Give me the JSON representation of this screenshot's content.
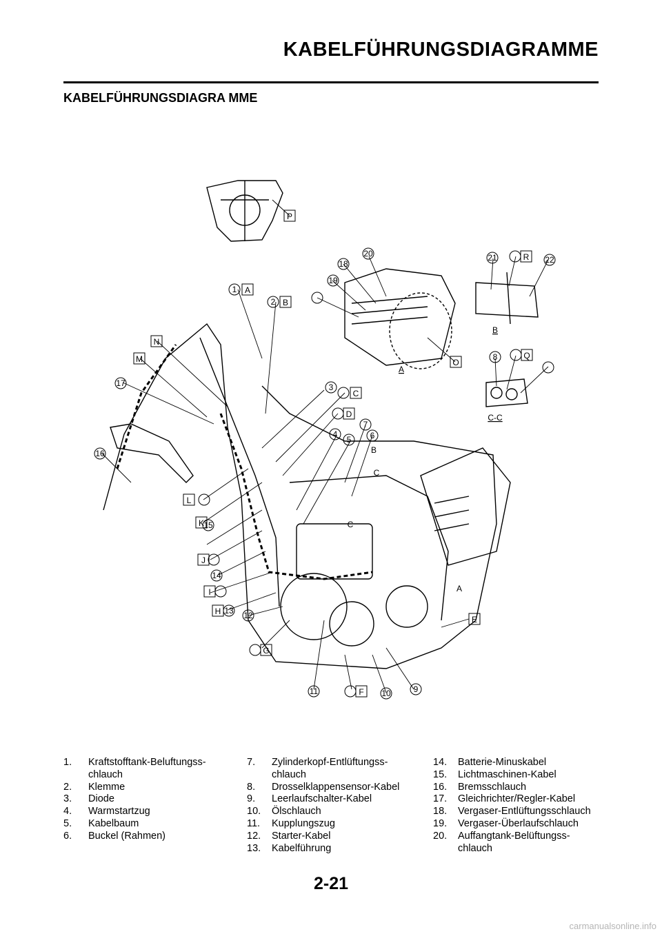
{
  "header": {
    "title": "KABELFÜHRUNGSDIAGRAMME"
  },
  "section": {
    "title": "KABELFÜHRUNGSDIAGRA MME"
  },
  "diagram": {
    "callout_labels": [
      "1",
      "A",
      "2",
      "B",
      "N",
      "M",
      "17",
      "16",
      "3",
      "C",
      "D",
      "4",
      "5",
      "7",
      "6",
      "L",
      "K",
      "15",
      "J",
      "14",
      "I",
      "H",
      "13",
      "12",
      "G",
      "11",
      "F",
      "10",
      "9",
      "E",
      "20",
      "18",
      "19",
      "O",
      "21",
      "R",
      "22",
      "8",
      "Q",
      "P"
    ],
    "view_labels": [
      "A",
      "B",
      "C-C"
    ],
    "arrow_labels": [
      "B",
      "C",
      "A",
      "C"
    ]
  },
  "legend": {
    "col1": [
      {
        "num": "1.",
        "text": "Kraftstofftank-Beluftungss- chlauch"
      },
      {
        "num": "2.",
        "text": "Klemme"
      },
      {
        "num": "3.",
        "text": "Diode"
      },
      {
        "num": "4.",
        "text": "Warmstartzug"
      },
      {
        "num": "5.",
        "text": "Kabelbaum"
      },
      {
        "num": "6.",
        "text": "Buckel (Rahmen)"
      }
    ],
    "col2": [
      {
        "num": "7.",
        "text": "Zylinderkopf-Entlüftungss- chlauch"
      },
      {
        "num": "8.",
        "text": "Drosselklappensensor-Kabel"
      },
      {
        "num": "9.",
        "text": "Leerlaufschalter-Kabel"
      },
      {
        "num": "10.",
        "text": "Ölschlauch"
      },
      {
        "num": "11.",
        "text": "Kupplungszug"
      },
      {
        "num": "12.",
        "text": "Starter-Kabel"
      },
      {
        "num": "13.",
        "text": "Kabelführung"
      }
    ],
    "col3": [
      {
        "num": "14.",
        "text": "Batterie-Minuskabel"
      },
      {
        "num": "15.",
        "text": "Lichtmaschinen-Kabel"
      },
      {
        "num": "16.",
        "text": "Bremsschlauch"
      },
      {
        "num": "17.",
        "text": "Gleichrichter/Regler-Kabel"
      },
      {
        "num": "18.",
        "text": "Vergaser-Entlüftungsschlauch"
      },
      {
        "num": "19.",
        "text": "Vergaser-Überlaufschlauch"
      },
      {
        "num": "20.",
        "text": "Auffangtank-Belüftungss- chlauch"
      }
    ]
  },
  "footer": {
    "page_number": "2-21",
    "watermark": "carmanualsonline.info"
  }
}
